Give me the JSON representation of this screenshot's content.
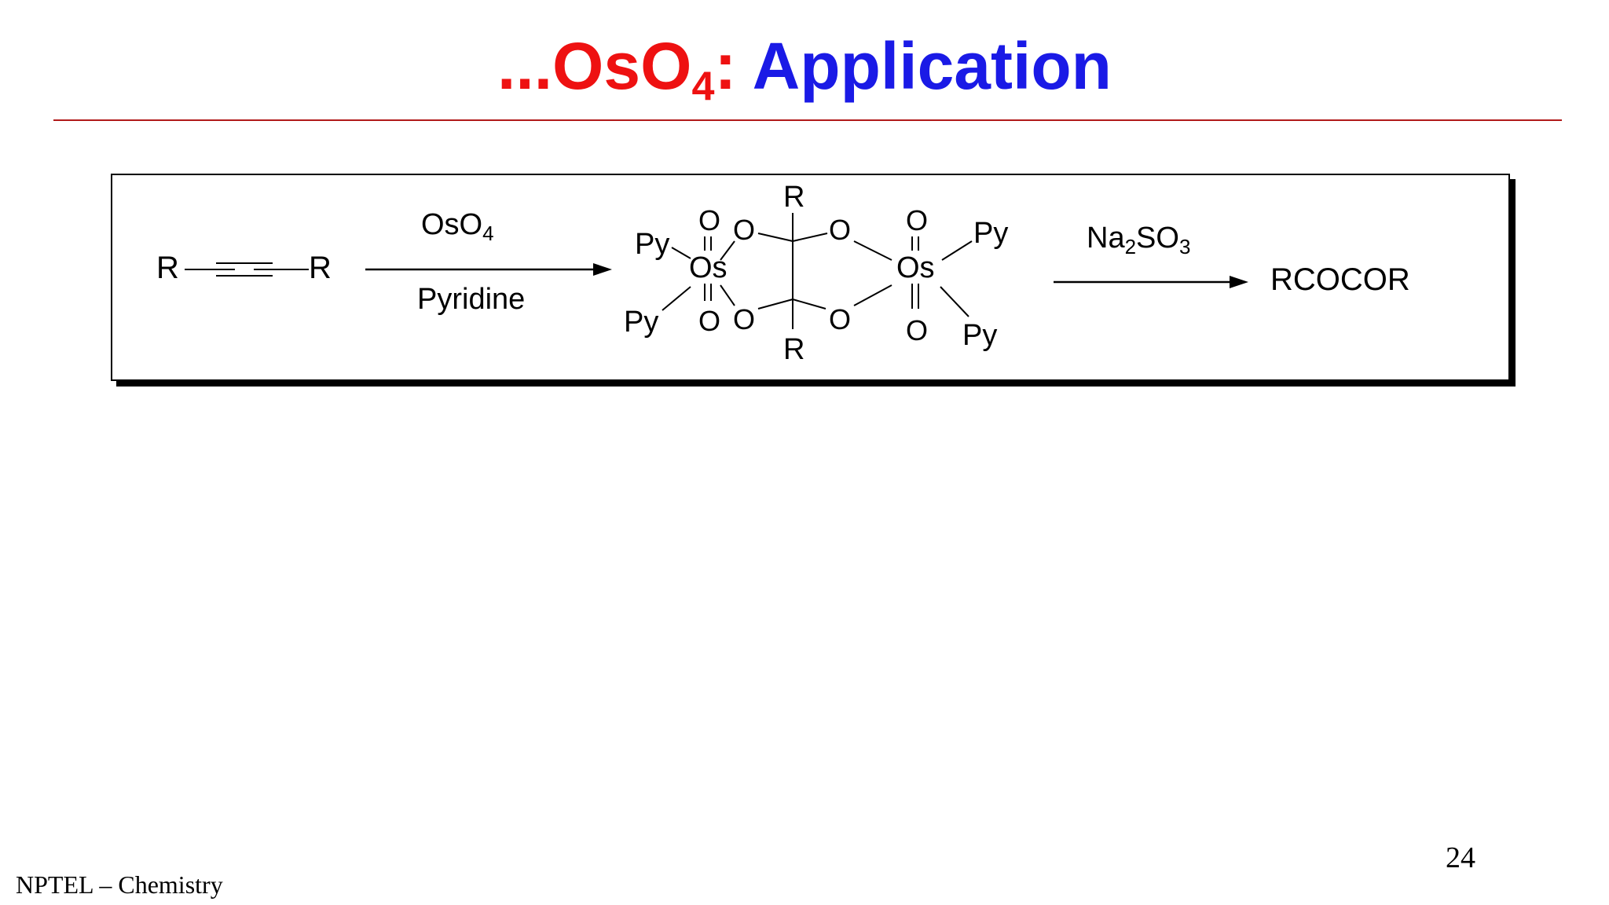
{
  "slide": {
    "title_prefix": "...OsO",
    "title_sub": "4",
    "title_colon": ":",
    "title_main": " Application",
    "footer": "NPTEL – Chemistry",
    "page_number": "24",
    "colors": {
      "title_red": "#ee1111",
      "title_blue": "#1a1ae6",
      "rule": "#b11a1a"
    }
  },
  "scheme": {
    "reactant": {
      "left_R": "R",
      "right_R": "R"
    },
    "step1": {
      "reagent_top": "OsO",
      "reagent_top_sub": "4",
      "reagent_bottom": "Pyridine"
    },
    "intermediate": {
      "os": "Os",
      "o": "O",
      "r": "R",
      "py": "Py"
    },
    "step2": {
      "reagent_a": "Na",
      "reagent_a_sub1": "2",
      "reagent_b": "SO",
      "reagent_b_sub2": "3"
    },
    "product": "RCOCOR"
  }
}
